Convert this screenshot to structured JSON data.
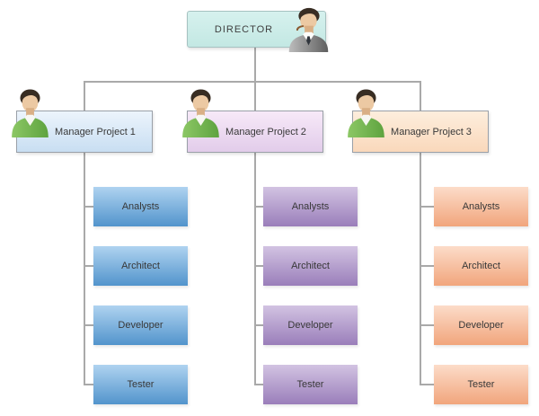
{
  "diagram": {
    "type": "org-chart",
    "root": {
      "label": "DIRECTOR"
    },
    "managers": [
      {
        "label": "Manager Project 1",
        "theme": "blue",
        "children": [
          "Analysts",
          "Architect",
          "Developer",
          "Tester"
        ]
      },
      {
        "label": "Manager Project 2",
        "theme": "purple",
        "children": [
          "Analysts",
          "Architect",
          "Developer",
          "Tester"
        ]
      },
      {
        "label": "Manager Project 3",
        "theme": "orange",
        "children": [
          "Analysts",
          "Architect",
          "Developer",
          "Tester"
        ]
      }
    ],
    "icons": {
      "root": "businessman-suit-icon",
      "manager": "person-green-shirt-icon"
    },
    "colors": {
      "root_fill": "#cdebe7",
      "manager1_fill": "#d9e8f6",
      "manager2_fill": "#eddcf2",
      "manager3_fill": "#fce3cb",
      "blue_fill": "#5d9fd4",
      "purple_fill": "#9c80bc",
      "orange_fill": "#f2a87e",
      "connector": "#a9a9a9"
    }
  }
}
